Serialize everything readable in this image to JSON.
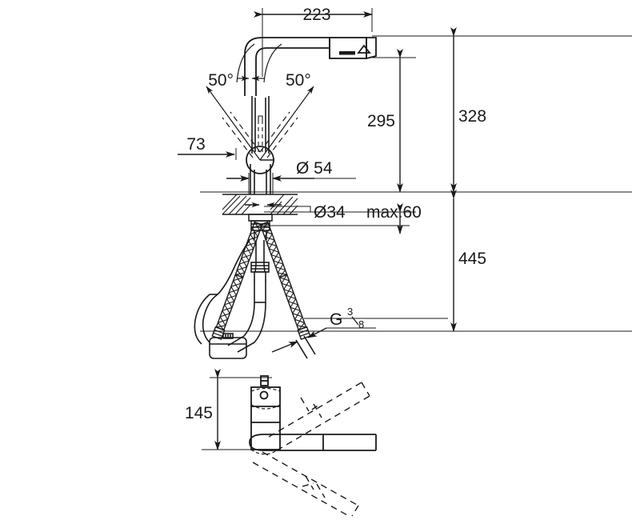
{
  "drawing": {
    "title": "Kitchen pull-out faucet technical dimension drawing",
    "units": "mm",
    "line_color": "#1a1a1a",
    "background_color": "#ffffff",
    "views": [
      {
        "name": "elevation-view",
        "label": ""
      },
      {
        "name": "plan-view",
        "label": ""
      }
    ]
  },
  "dimensions": {
    "spout_reach": "223",
    "swivel_angle_left": "50°",
    "swivel_angle_right": "50°",
    "offset_back": "73",
    "joint_diameter": "Ø 54",
    "hole_diameter": "Ø34",
    "counter_thickness": "max.60",
    "spout_height": "295",
    "total_height": "328",
    "hose_length": "445",
    "plan_height": "145",
    "thread_size_main": "G",
    "thread_numerator": "3",
    "thread_denominator": "8"
  }
}
